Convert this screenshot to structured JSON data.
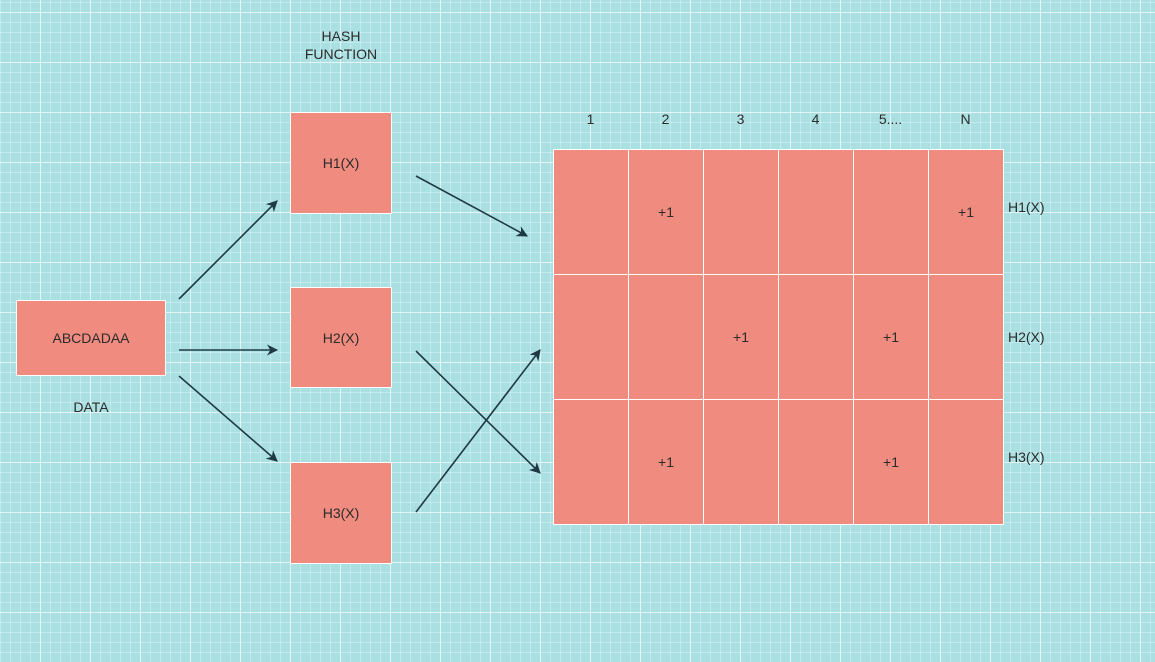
{
  "data_box": {
    "label": "ABCDADAA",
    "caption": "DATA"
  },
  "hash_function_title": [
    "HASH",
    "FUNCTION"
  ],
  "hash_boxes": [
    "H1(X)",
    "H2(X)",
    "H3(X)"
  ],
  "table": {
    "column_headers": [
      "1",
      "2",
      "3",
      "4",
      "5....",
      "N"
    ],
    "row_labels": [
      "H1(X)",
      "H2(X)",
      "H3(X)"
    ],
    "cells": [
      [
        "",
        "+1",
        "",
        "",
        "",
        "+1"
      ],
      [
        "",
        "",
        "+1",
        "",
        "+1",
        ""
      ],
      [
        "",
        "+1",
        "",
        "",
        "+1",
        ""
      ]
    ]
  },
  "colors": {
    "background": "#abe0e3",
    "box_fill": "#f08c7f",
    "arrow": "#1f3a44"
  }
}
